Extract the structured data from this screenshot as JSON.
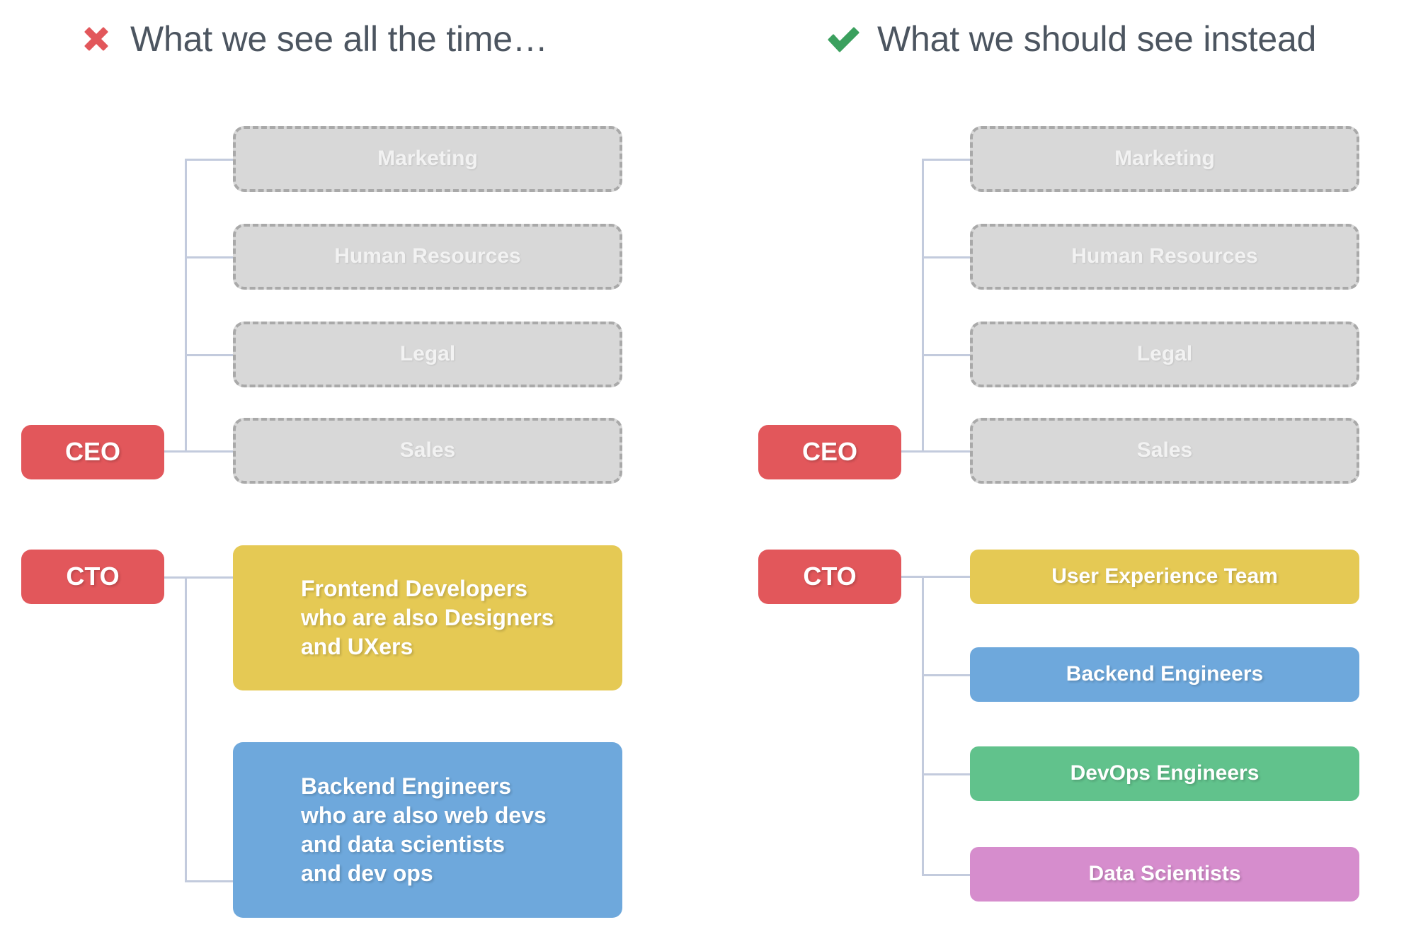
{
  "columns": {
    "left": {
      "header": {
        "icon": "cross-mark-icon",
        "icon_color": "#e2575b",
        "title": "What we see all the time…"
      },
      "roles": [
        {
          "label": "CEO",
          "color": "#e2575b"
        },
        {
          "label": "CTO",
          "color": "#e2575b"
        }
      ],
      "ceo_children": [
        {
          "label": "Marketing",
          "style": "ghost",
          "color": "#d8d8d8"
        },
        {
          "label": "Human Resources",
          "style": "ghost",
          "color": "#d8d8d8"
        },
        {
          "label": "Legal",
          "style": "ghost",
          "color": "#d8d8d8"
        },
        {
          "label": "Sales",
          "style": "ghost",
          "color": "#d8d8d8"
        }
      ],
      "cto_children": [
        {
          "label": "Frontend Developers\nwho are also Designers\nand UXers",
          "style": "multiline",
          "color": "#e5c954"
        },
        {
          "label": "Backend Engineers\nwho are also web devs\nand data scientists\nand dev ops",
          "style": "multiline",
          "color": "#6ea8dc"
        }
      ]
    },
    "right": {
      "header": {
        "icon": "check-mark-icon",
        "icon_color": "#3ba05e",
        "title": "What we should see instead"
      },
      "roles": [
        {
          "label": "CEO",
          "color": "#e2575b"
        },
        {
          "label": "CTO",
          "color": "#e2575b"
        }
      ],
      "ceo_children": [
        {
          "label": "Marketing",
          "style": "ghost",
          "color": "#d8d8d8"
        },
        {
          "label": "Human Resources",
          "style": "ghost",
          "color": "#d8d8d8"
        },
        {
          "label": "Legal",
          "style": "ghost",
          "color": "#d8d8d8"
        },
        {
          "label": "Sales",
          "style": "ghost",
          "color": "#d8d8d8"
        }
      ],
      "cto_children": [
        {
          "label": "User Experience Team",
          "style": "pill",
          "color": "#e5c954"
        },
        {
          "label": "Backend Engineers",
          "style": "pill",
          "color": "#6ea8dc"
        },
        {
          "label": "DevOps Engineers",
          "style": "pill",
          "color": "#61c28c"
        },
        {
          "label": "Data Scientists",
          "style": "pill",
          "color": "#d68dcd"
        }
      ]
    }
  },
  "theme": {
    "connector_color": "#c3cbdd",
    "header_text_color": "#4c5560",
    "ghost_border_color": "#a9a9a9",
    "ghost_text_color": "#f2f2f2",
    "box_text_color": "#ffffff",
    "background": "#ffffff"
  }
}
